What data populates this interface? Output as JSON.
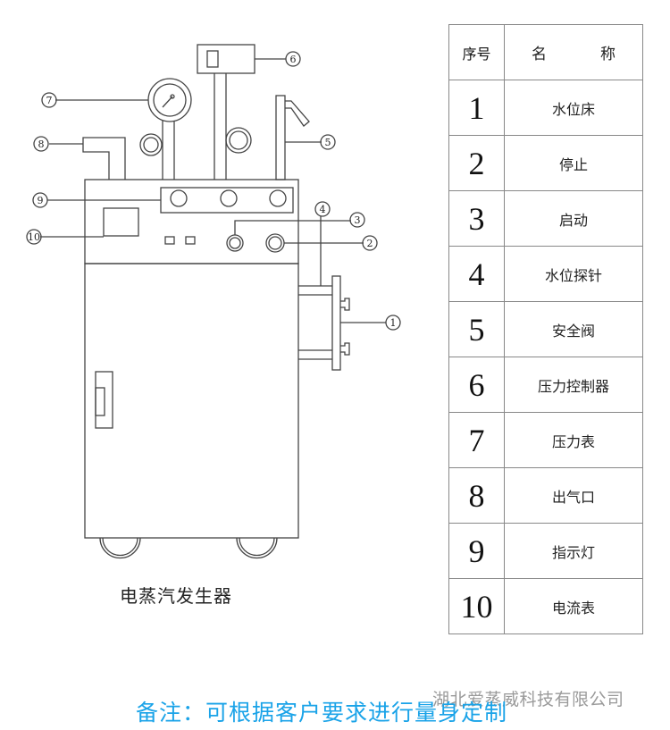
{
  "diagram": {
    "title": "电蒸汽发生器",
    "callouts": [
      {
        "number": "①",
        "ref": 1
      },
      {
        "number": "②",
        "ref": 2
      },
      {
        "number": "③",
        "ref": 3
      },
      {
        "number": "④",
        "ref": 4
      },
      {
        "number": "⑤",
        "ref": 5
      },
      {
        "number": "⑥",
        "ref": 6
      },
      {
        "number": "⑦",
        "ref": 7
      },
      {
        "number": "⑧",
        "ref": 8
      },
      {
        "number": "⑨",
        "ref": 9
      },
      {
        "number": "⑩",
        "ref": 10
      }
    ]
  },
  "legend_table": {
    "header": {
      "number": "序号",
      "name_left": "名",
      "name_right": "称"
    },
    "rows": [
      {
        "number": "1",
        "name": "水位床"
      },
      {
        "number": "2",
        "name": "停止"
      },
      {
        "number": "3",
        "name": "启动"
      },
      {
        "number": "4",
        "name": "水位探针"
      },
      {
        "number": "5",
        "name": "安全阀"
      },
      {
        "number": "6",
        "name": "压力控制器"
      },
      {
        "number": "7",
        "name": "压力表"
      },
      {
        "number": "8",
        "name": "出气口"
      },
      {
        "number": "9",
        "name": "指示灯"
      },
      {
        "number": "10",
        "name": "电流表"
      }
    ]
  },
  "note": "备注：可根据客户要求进行量身定制",
  "watermark": "湖北爱蒸威科技有限公司",
  "colors": {
    "note": "#1aa3e8",
    "watermark": "#9a9a9a",
    "line": "#444444"
  }
}
